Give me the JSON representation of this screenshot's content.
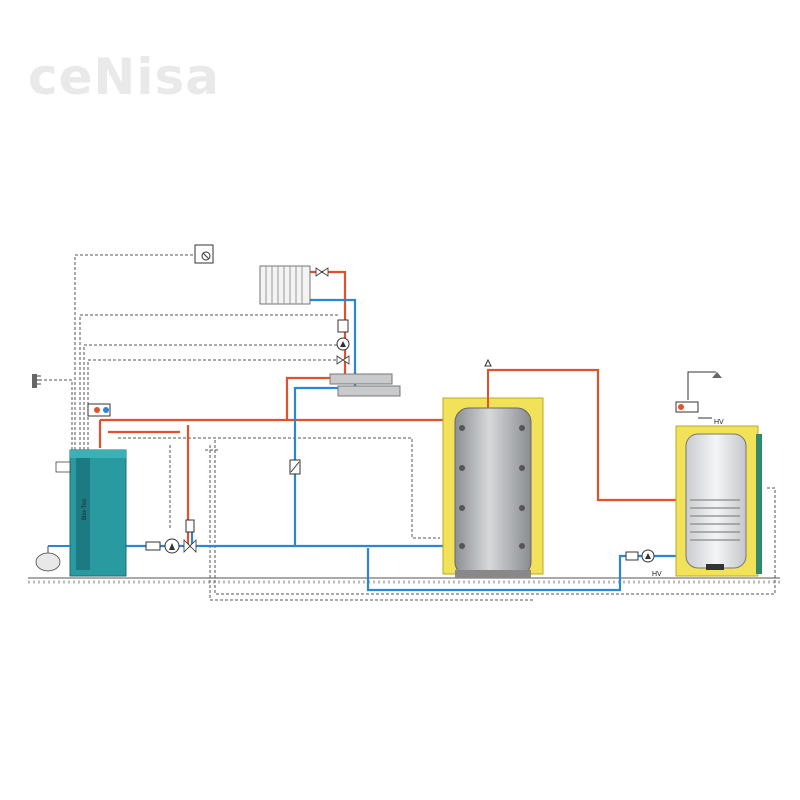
{
  "watermark": {
    "text": "ceNisa"
  },
  "boiler": {
    "brand": "Bio-Tec"
  },
  "labels": {
    "hv_top": "HV",
    "hv_bottom": "HV"
  },
  "colors": {
    "supply": "#e2512b",
    "return": "#2b86d6",
    "control": "#555555",
    "boiler_body": "#2a9aa1",
    "insulation": "#f1e25a",
    "tank": "#b9bcbf"
  },
  "icons": [
    "thermostat-icon",
    "radiator-icon",
    "pump-icon",
    "valve-icon",
    "expansion-vessel-icon",
    "shower-icon",
    "outdoor-sensor-icon",
    "air-vent-icon",
    "flow-meter-icon"
  ]
}
